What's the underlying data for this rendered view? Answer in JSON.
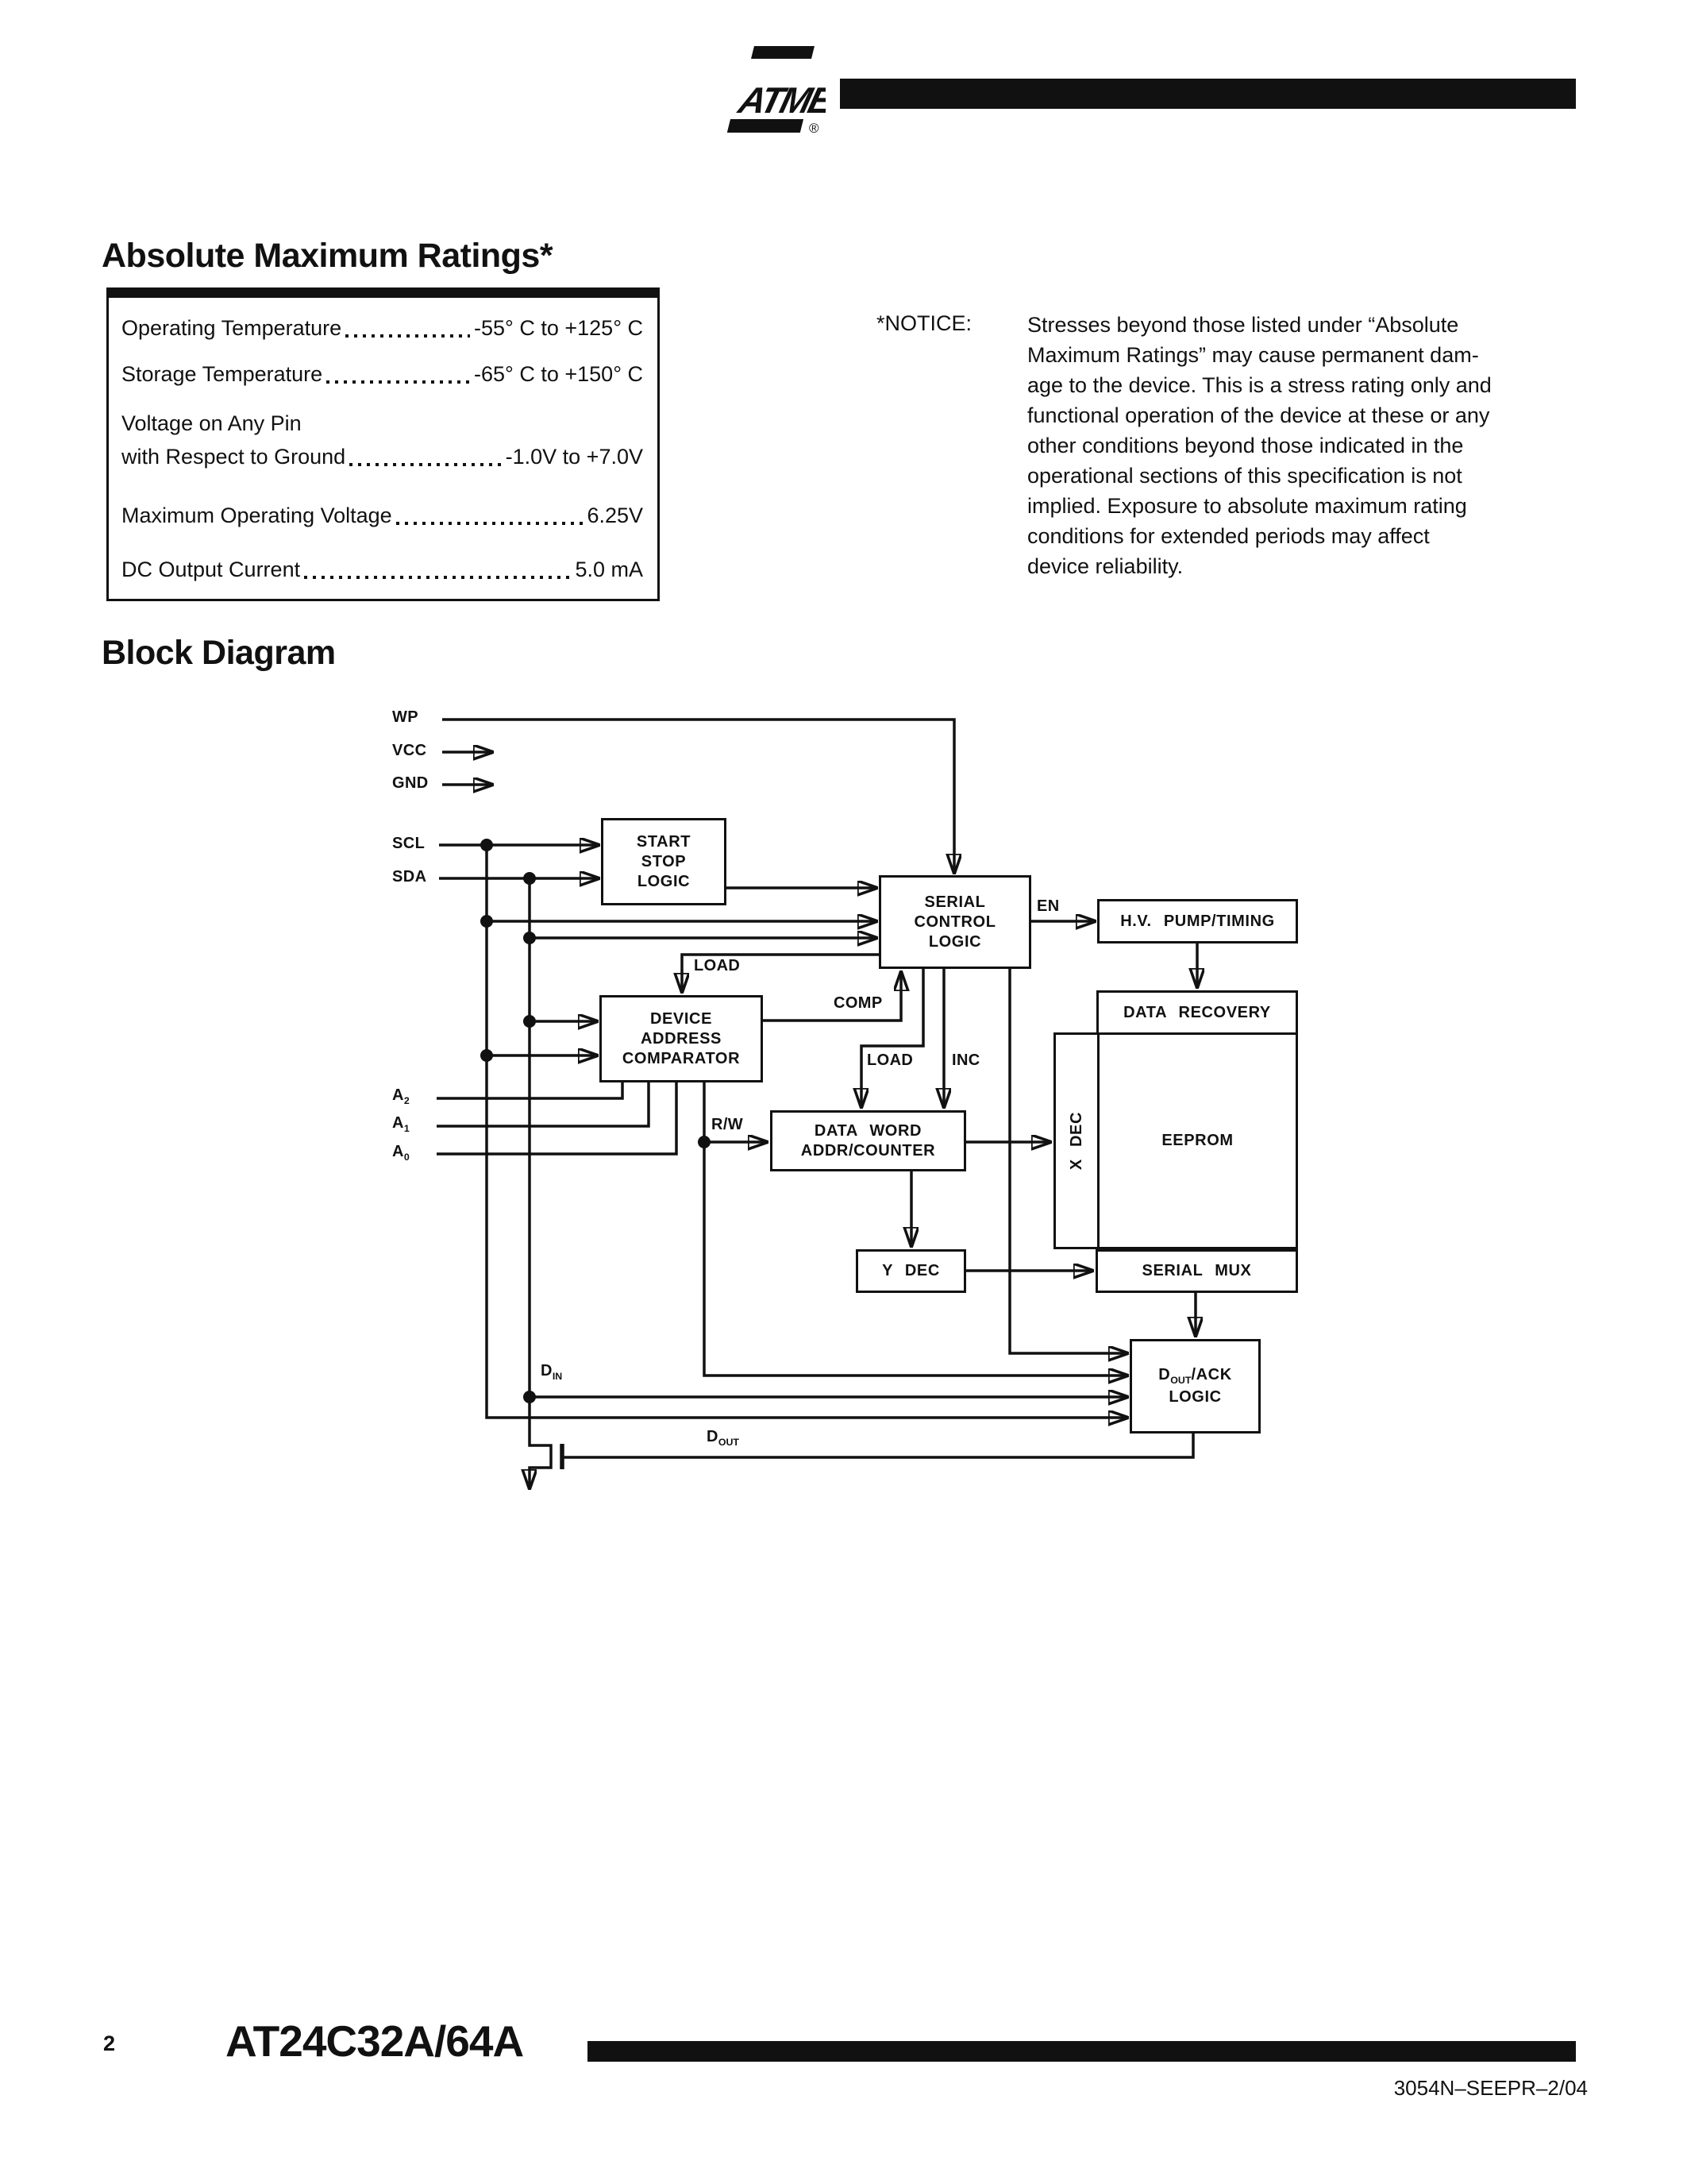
{
  "logo": {
    "brand": "ATMEL",
    "registered": "®"
  },
  "ratings": {
    "title": "Absolute Maximum Ratings*",
    "rows": [
      {
        "label": "Operating Temperature",
        "value": "-55° C to +125° C"
      },
      {
        "label": "Storage Temperature",
        "value": "-65° C to +150° C"
      },
      {
        "label": "Voltage on Any Pin\nwith Respect to Ground",
        "value": "-1.0V to +7.0V"
      },
      {
        "label": "Maximum Operating Voltage",
        "value": "6.25V"
      },
      {
        "label": "DC Output Current",
        "value": "5.0 mA"
      }
    ]
  },
  "notice": {
    "label": "*NOTICE:",
    "body": "Stresses beyond those listed under “Absolute\nMaximum Ratings” may cause permanent dam-\nage to the device. This is a stress rating only and\nfunctional operation of the device at these or any\nother conditions beyond those indicated in the\noperational sections of this specification is not\nimplied. Exposure to absolute maximum rating\nconditions for extended periods may affect\ndevice reliability."
  },
  "diagram": {
    "title": "Block Diagram",
    "signals": {
      "wp": "WP",
      "vcc": "VCC",
      "gnd": "GND",
      "scl": "SCL",
      "sda": "SDA"
    },
    "pins": {
      "a2": {
        "base": "A",
        "sub": "2"
      },
      "a1": {
        "base": "A",
        "sub": "1"
      },
      "a0": {
        "base": "A",
        "sub": "0"
      },
      "din": {
        "base": "D",
        "sub": "IN"
      },
      "dout": {
        "base": "D",
        "sub": "OUT"
      }
    },
    "wire_labels": {
      "load_upper": "LOAD",
      "load_lower": "LOAD",
      "inc": "INC",
      "comp": "COMP",
      "en": "EN",
      "rw": "R/W"
    },
    "boxes": {
      "start_stop": "START\nSTOP\nLOGIC",
      "serial_control": "SERIAL\nCONTROL\nLOGIC",
      "hv_pump": "H.V. PUMP/TIMING",
      "data_recovery": "DATA RECOVERY",
      "x_dec": "X DEC",
      "eeprom": "EEPROM",
      "serial_mux": "SERIAL MUX",
      "comparator": "DEVICE\nADDRESS\nCOMPARATOR",
      "data_word": "DATA WORD\nADDR/COUNTER",
      "y_dec": "Y DEC",
      "dout_ack": {
        "base": "D",
        "sub": "OUT",
        "rest": "/ACK",
        "line2": "LOGIC"
      }
    }
  },
  "footer": {
    "page_number": "2",
    "title": "AT24C32A/64A",
    "doc_code": "3054N–SEEPR–2/04"
  }
}
